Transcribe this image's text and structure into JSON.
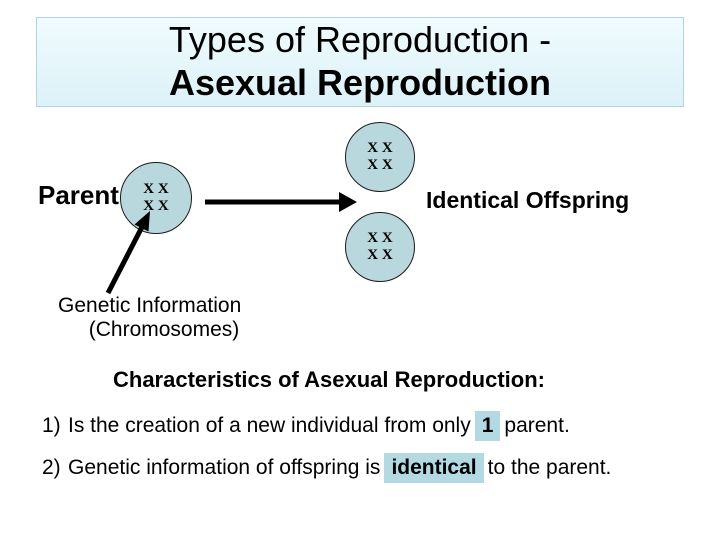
{
  "slide": {
    "title_line1": "Types of Reproduction -",
    "title_line2": "Asexual Reproduction"
  },
  "diagram": {
    "parent_label": "Parent",
    "cell_row1": "X X",
    "cell_row2": "X X",
    "identical_offspring_label": "Identical Offspring",
    "genetic_info_line1": "Genetic Information",
    "genetic_info_line2": "(Chromosomes)"
  },
  "characteristics": {
    "heading": "Characteristics of Asexual Reproduction:",
    "item1": {
      "number": "1)",
      "text_before": "Is the creation of a new individual from only",
      "highlight": "1",
      "text_after": "parent."
    },
    "item2": {
      "number": "2)",
      "text_before": "Genetic information of offspring is",
      "highlight": "identical",
      "text_after": "to the parent."
    }
  },
  "colors": {
    "title_bg_top": "#f0fbfe",
    "title_bg_bottom": "#dcf1f8",
    "cell_fill": "#b9d8dd",
    "highlight_bg": "#b3dae2",
    "text": "#000000"
  }
}
